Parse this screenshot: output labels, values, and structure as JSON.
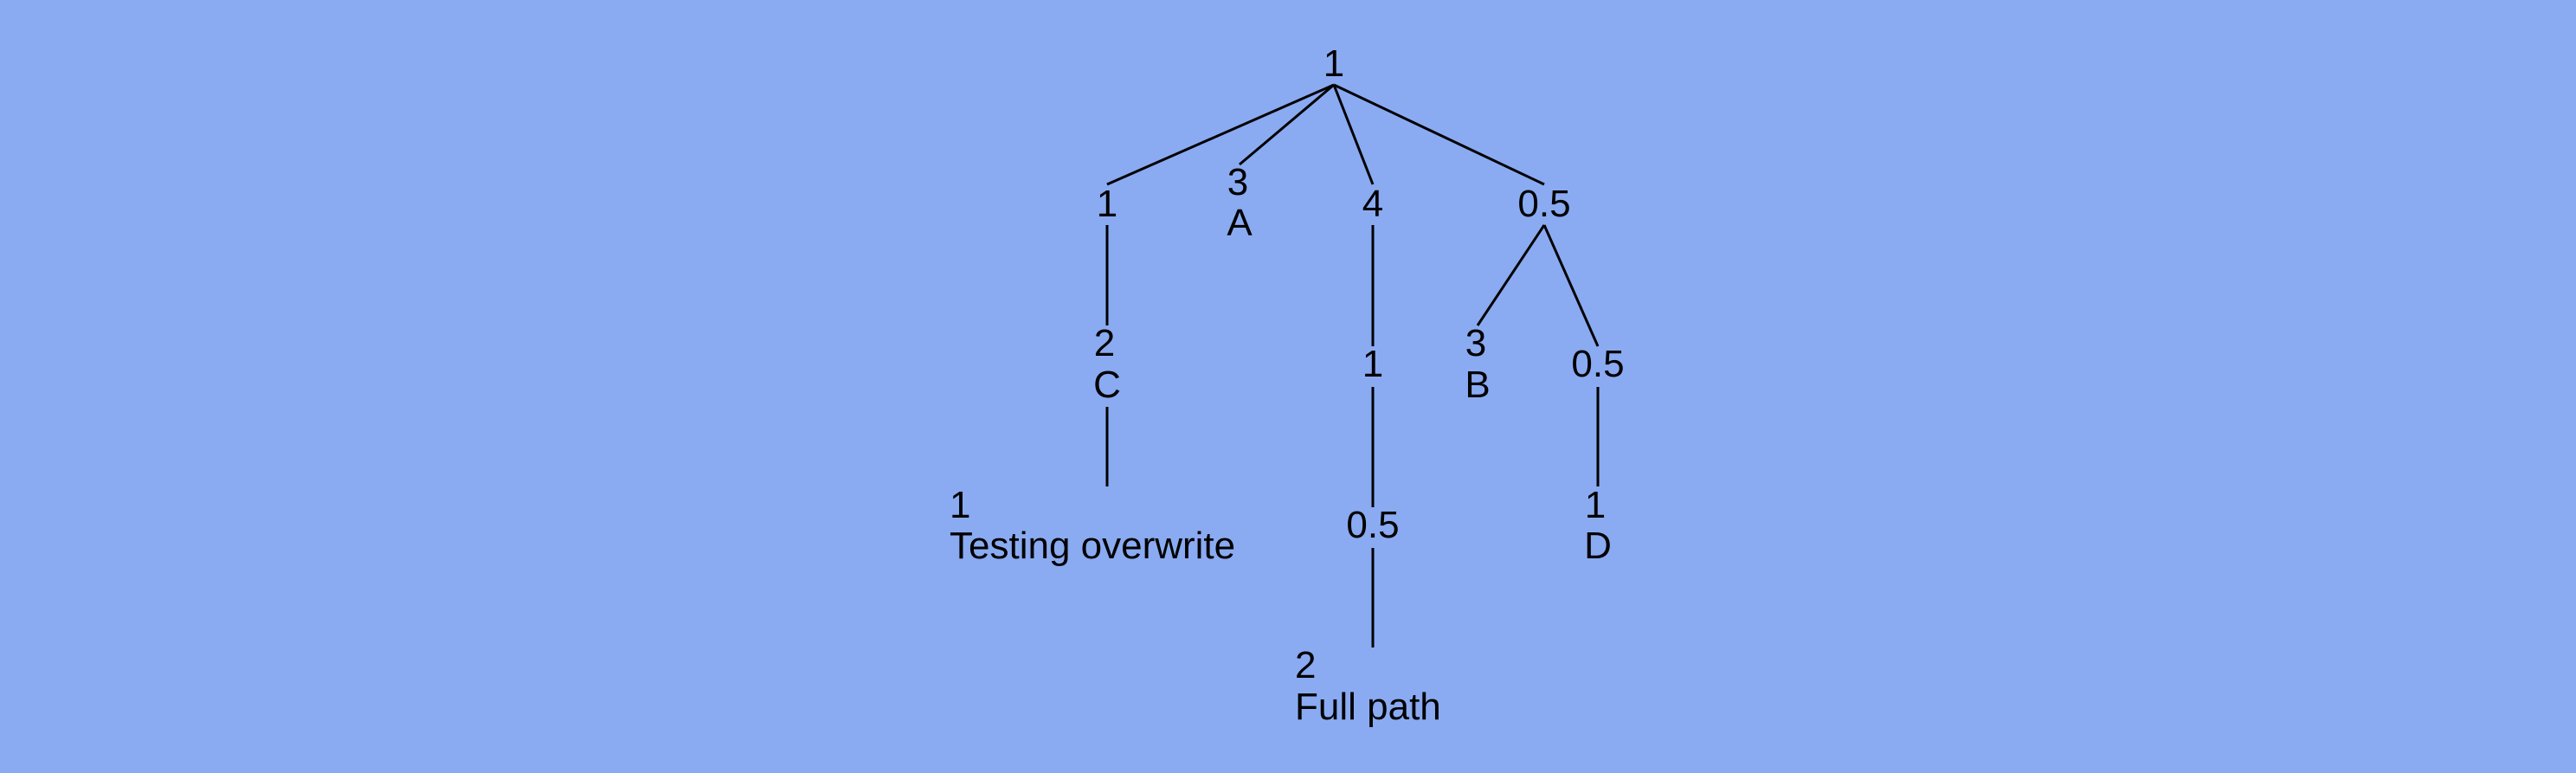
{
  "background_color": "#8aabf2",
  "tree": {
    "nodes": [
      {
        "id": "root",
        "lines": [
          "1"
        ]
      },
      {
        "id": "n1",
        "lines": [
          "1"
        ]
      },
      {
        "id": "n2",
        "lines": [
          "3",
          "A"
        ]
      },
      {
        "id": "n3",
        "lines": [
          "4"
        ]
      },
      {
        "id": "n4",
        "lines": [
          "0.5"
        ]
      },
      {
        "id": "n5",
        "lines": [
          "2",
          "C"
        ]
      },
      {
        "id": "n6",
        "lines": [
          "1"
        ]
      },
      {
        "id": "n7",
        "lines": [
          "3",
          "B"
        ]
      },
      {
        "id": "n8",
        "lines": [
          "0.5"
        ]
      },
      {
        "id": "n9",
        "lines": [
          "1",
          "Testing overwrite"
        ]
      },
      {
        "id": "n10",
        "lines": [
          "0.5"
        ]
      },
      {
        "id": "n11",
        "lines": [
          "1",
          "D"
        ]
      },
      {
        "id": "n12",
        "lines": [
          "2",
          "Full path"
        ]
      }
    ],
    "edges": [
      {
        "from": "root",
        "to": "n1"
      },
      {
        "from": "root",
        "to": "n2"
      },
      {
        "from": "root",
        "to": "n3"
      },
      {
        "from": "root",
        "to": "n4"
      },
      {
        "from": "n1",
        "to": "n5"
      },
      {
        "from": "n3",
        "to": "n6"
      },
      {
        "from": "n4",
        "to": "n7"
      },
      {
        "from": "n4",
        "to": "n8"
      },
      {
        "from": "n5",
        "to": "n9"
      },
      {
        "from": "n6",
        "to": "n10"
      },
      {
        "from": "n8",
        "to": "n11"
      },
      {
        "from": "n10",
        "to": "n12"
      }
    ]
  }
}
